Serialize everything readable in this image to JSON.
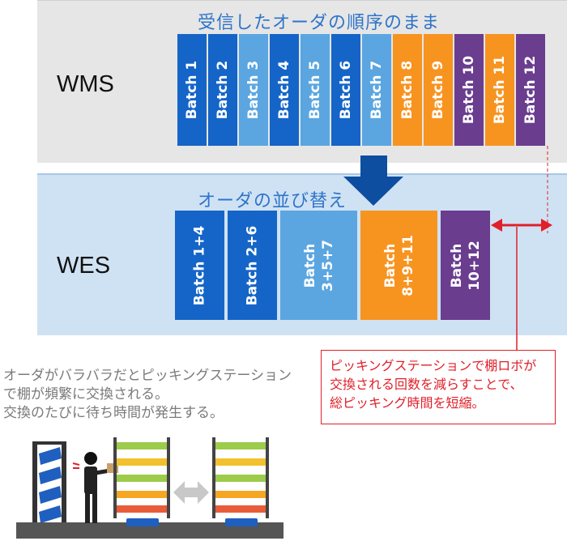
{
  "wms": {
    "label": "WMS",
    "title": "受信したオーダの順序のまま",
    "batches": [
      {
        "label": "Batch 1",
        "color": "#1565c8"
      },
      {
        "label": "Batch 2",
        "color": "#1565c8"
      },
      {
        "label": "Batch 3",
        "color": "#5ba6e0"
      },
      {
        "label": "Batch 4",
        "color": "#1565c8"
      },
      {
        "label": "Batch 5",
        "color": "#5ba6e0"
      },
      {
        "label": "Batch 6",
        "color": "#1565c8"
      },
      {
        "label": "Batch 7",
        "color": "#5ba6e0"
      },
      {
        "label": "Batch 8",
        "color": "#f79420"
      },
      {
        "label": "Batch 9",
        "color": "#f79420"
      },
      {
        "label": "Batch 10",
        "color": "#6a3d8f"
      },
      {
        "label": "Batch 11",
        "color": "#f79420"
      },
      {
        "label": "Batch 12",
        "color": "#6a3d8f"
      }
    ]
  },
  "wes": {
    "label": "WES",
    "title": "オーダの並び替え",
    "batches": [
      {
        "label": "Batch 1+4",
        "color": "#1565c8"
      },
      {
        "label": "Batch 2+6",
        "color": "#1565c8"
      },
      {
        "label": "Batch\n3+5+7",
        "color": "#5ba6e0"
      },
      {
        "label": "Batch\n8+9+11",
        "color": "#f79420"
      },
      {
        "label": "Batch\n10+12",
        "color": "#6a3d8f"
      }
    ]
  },
  "callout": {
    "text": "ピッキングステーションで棚ロボが\n交換される回数を減らすことで、\n総ピッキング時間を短縮。"
  },
  "note": {
    "text": "オーダがバラバラだとピッキングステーション\nで棚が頻繁に交換される。\n交換のたびに待ち時間が発生する。"
  },
  "colors": {
    "arrow": "#0d4ea0",
    "highlight": "#e0202a"
  }
}
